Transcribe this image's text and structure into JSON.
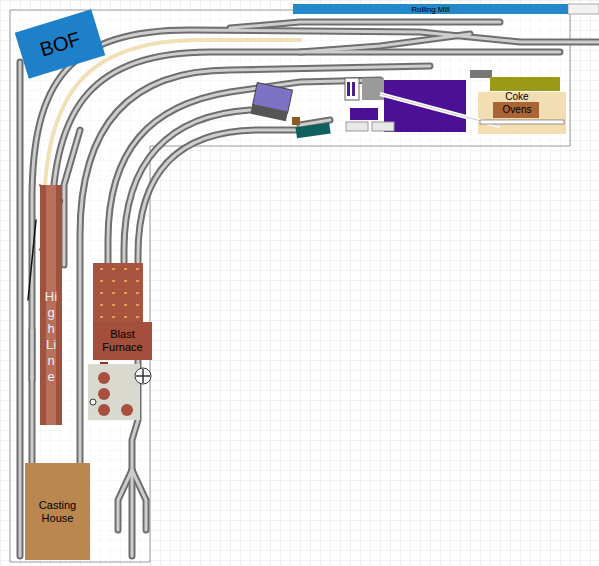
{
  "diagram": {
    "nodes": [
      {
        "text": [
          "BOF"
        ]
      },
      {
        "text": [
          "Rolling Mill"
        ]
      },
      {
        "text": [
          "Coke Ovens"
        ]
      },
      {
        "text": [
          "Blast Furnace"
        ]
      },
      {
        "text": [
          "High Line"
        ]
      },
      {
        "text": [
          "Casting House"
        ]
      }
    ]
  }
}
